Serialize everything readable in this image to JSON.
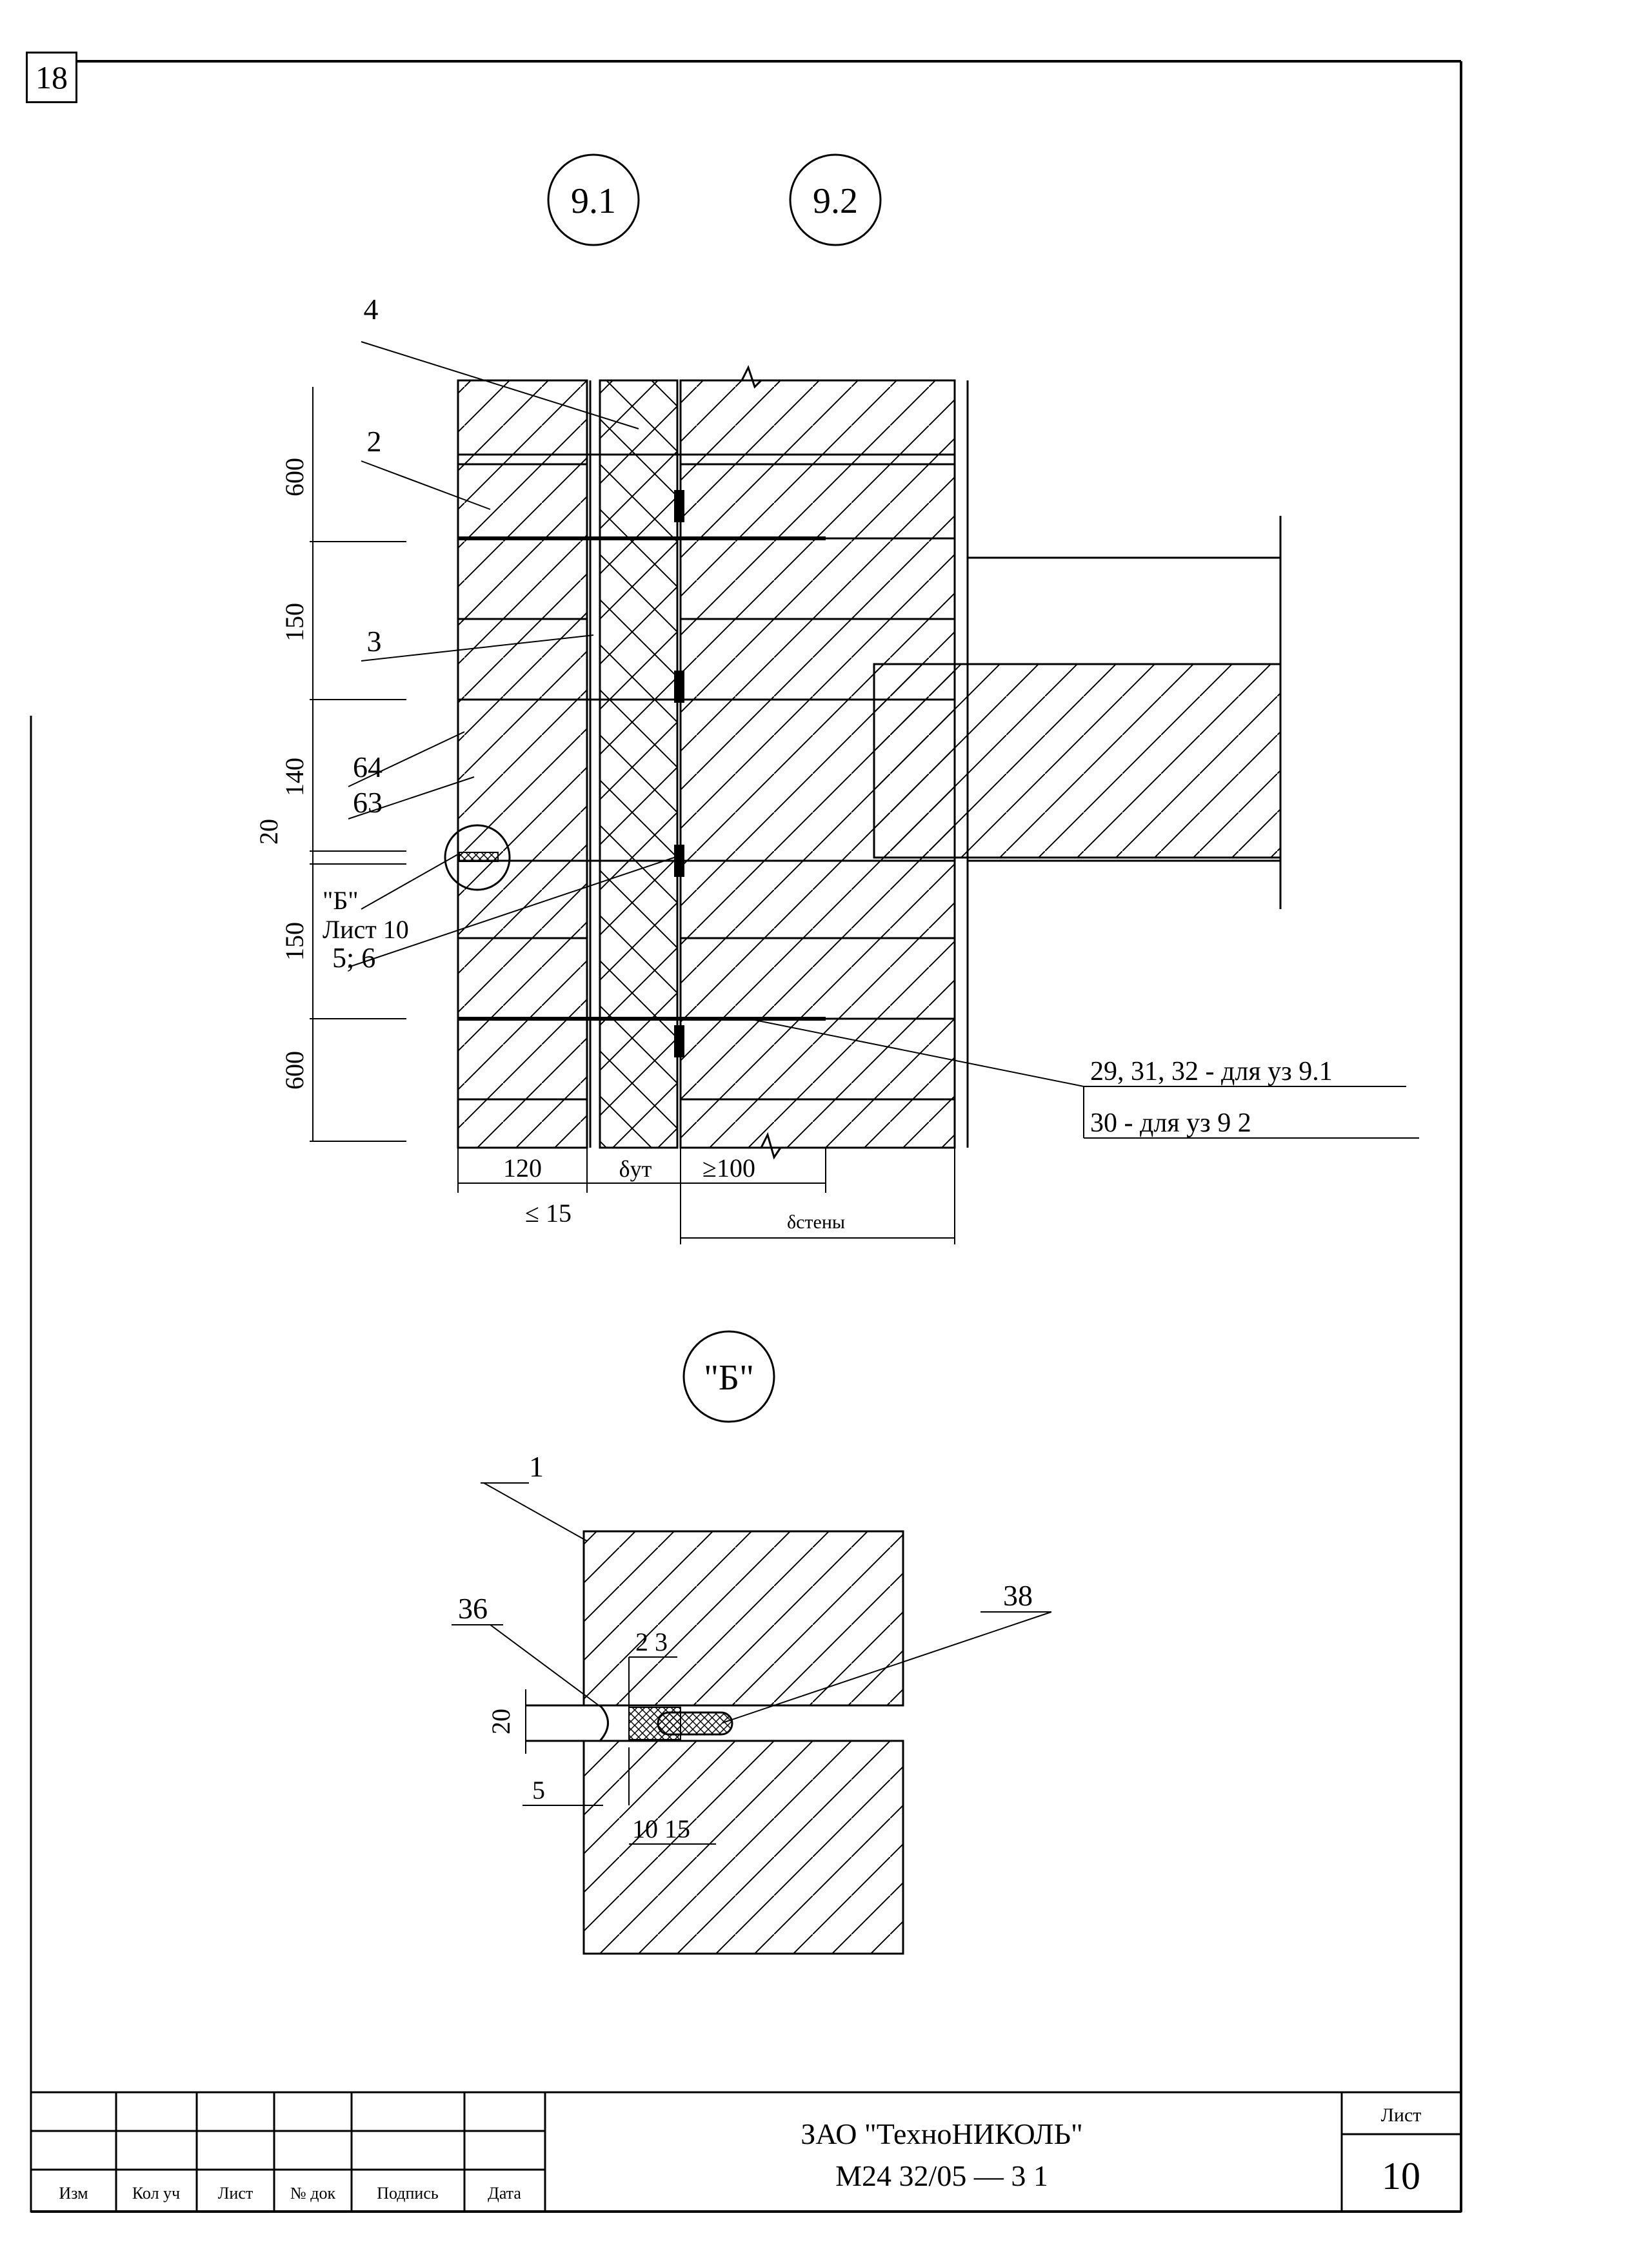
{
  "page_number": "18",
  "node_labels": {
    "left": "9.1",
    "right": "9.2",
    "detail": "\"Б\""
  },
  "dimensions": {
    "d600_top": "600",
    "d150_top": "150",
    "d140": "140",
    "d20": "20",
    "d150_bottom": "150",
    "d600_bottom": "600",
    "d120": "120",
    "d_ut": "δут",
    "d_ge100": "≥100",
    "d_le15": "≤ 15",
    "d_wall": "δстены"
  },
  "callouts": {
    "c4": "4",
    "c2": "2",
    "c3": "3",
    "c64": "64",
    "c63": "63",
    "b_ref_line1": "\"Б\"",
    "b_ref_line2": "Лист 10",
    "c5_6": "5; 6",
    "note_91": "29, 31, 32 - для уз  9.1",
    "note_92": "30 - для уз  9 2"
  },
  "detail_b": {
    "c1": "1",
    "c36": "36",
    "c38": "38",
    "d2_3": "2  3",
    "d20": "20",
    "d5": "5",
    "d10_15": "10  15"
  },
  "title_block": {
    "headers": [
      "Изм",
      "Кол уч",
      "Лист",
      "№ док",
      "Подпись",
      "Дата"
    ],
    "company": "ЗАО \"ТехноНИКОЛЬ\"",
    "doc_code": "М24 32/05   —  3 1",
    "sheet_label": "Лист",
    "sheet_number": "10"
  }
}
